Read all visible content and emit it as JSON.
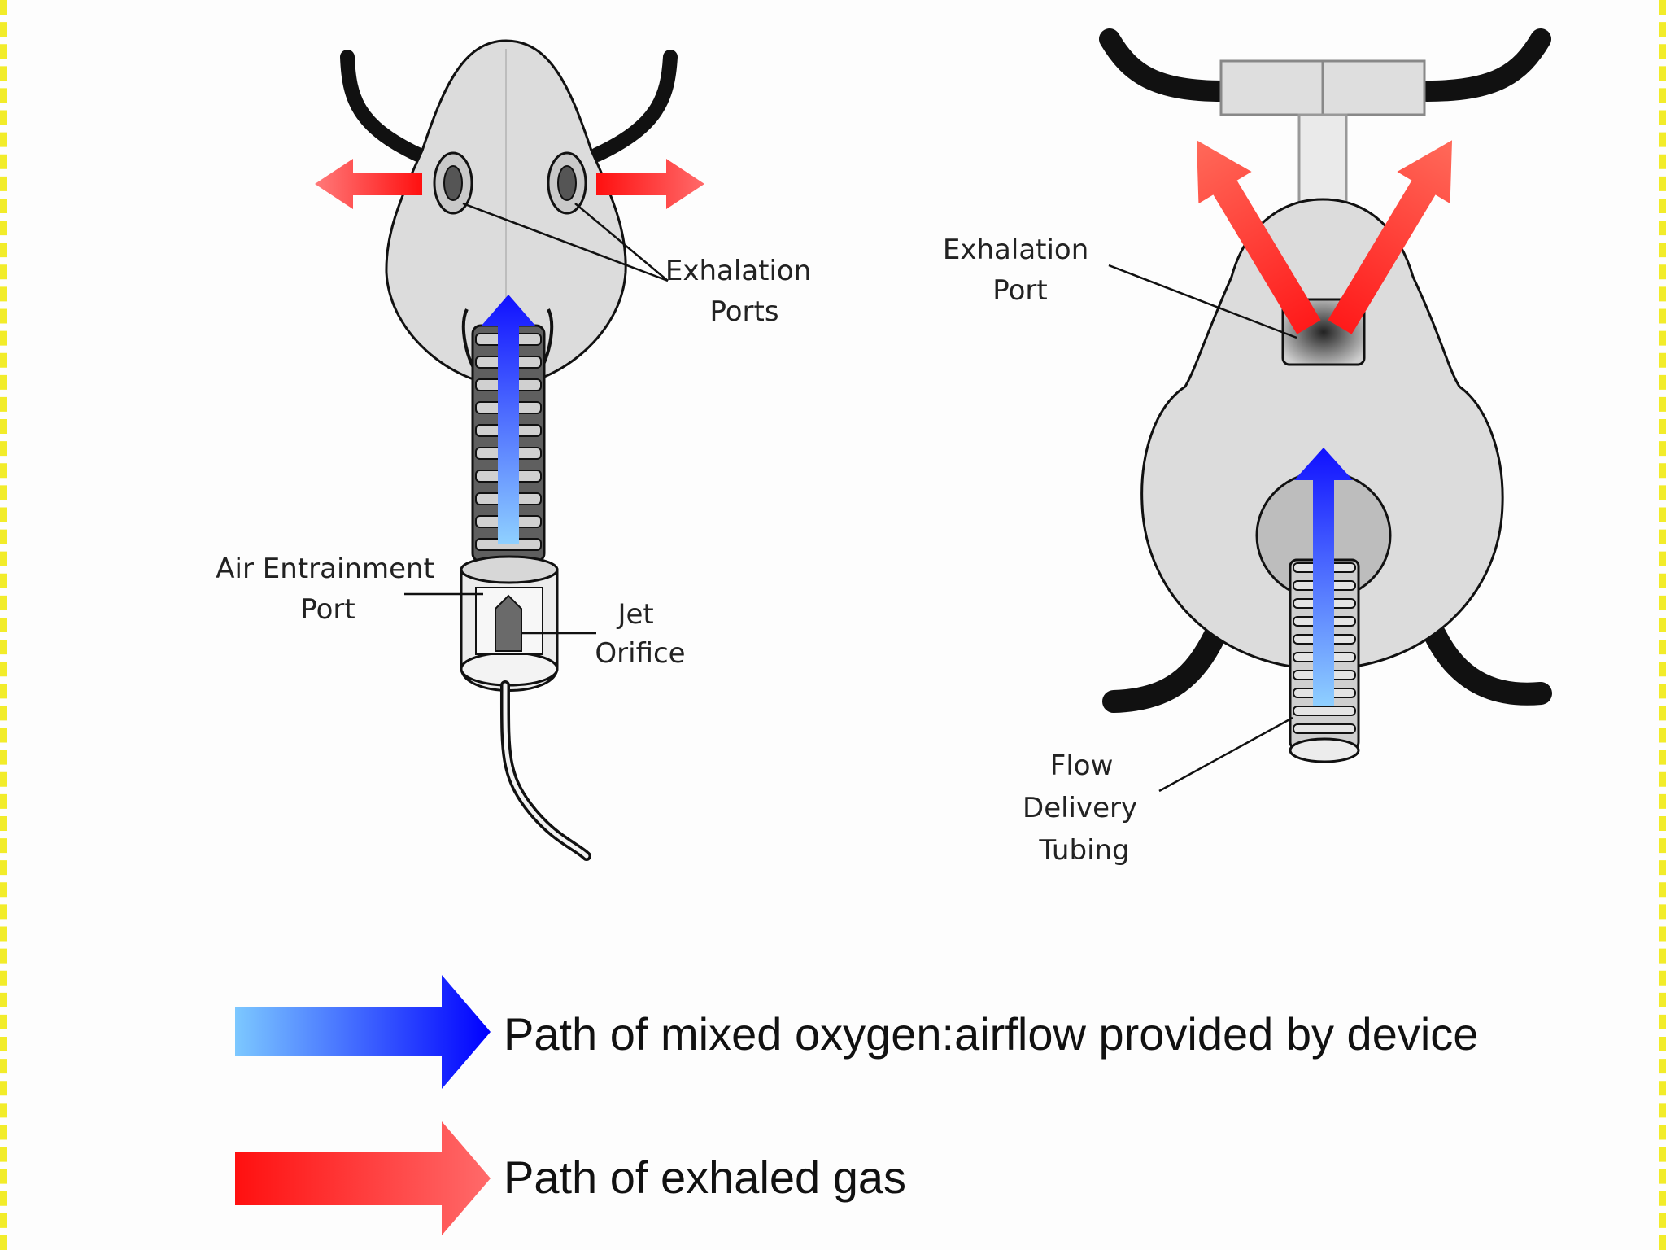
{
  "diagram": {
    "left_device": {
      "exhalation_ports_label": [
        "Exhalation",
        "Ports"
      ],
      "air_entrainment_port_label": [
        "Air Entrainment",
        "Port"
      ],
      "jet_orifice_label": [
        "Jet",
        "Orifice"
      ]
    },
    "right_device": {
      "exhalation_port_label": [
        "Exhalation",
        "Port"
      ],
      "flow_delivery_tubing_label": [
        "Flow",
        "Delivery",
        "Tubing"
      ]
    }
  },
  "legend": {
    "mixed_flow": "Path of mixed oxygen:airflow provided by device",
    "exhaled_gas": "Path of exhaled gas"
  },
  "colors": {
    "mixed_flow_arrow": "#1a1aff",
    "exhaled_gas_arrow": "#ff2020",
    "mask_fill": "#dcdcdc",
    "outline": "#111111"
  }
}
